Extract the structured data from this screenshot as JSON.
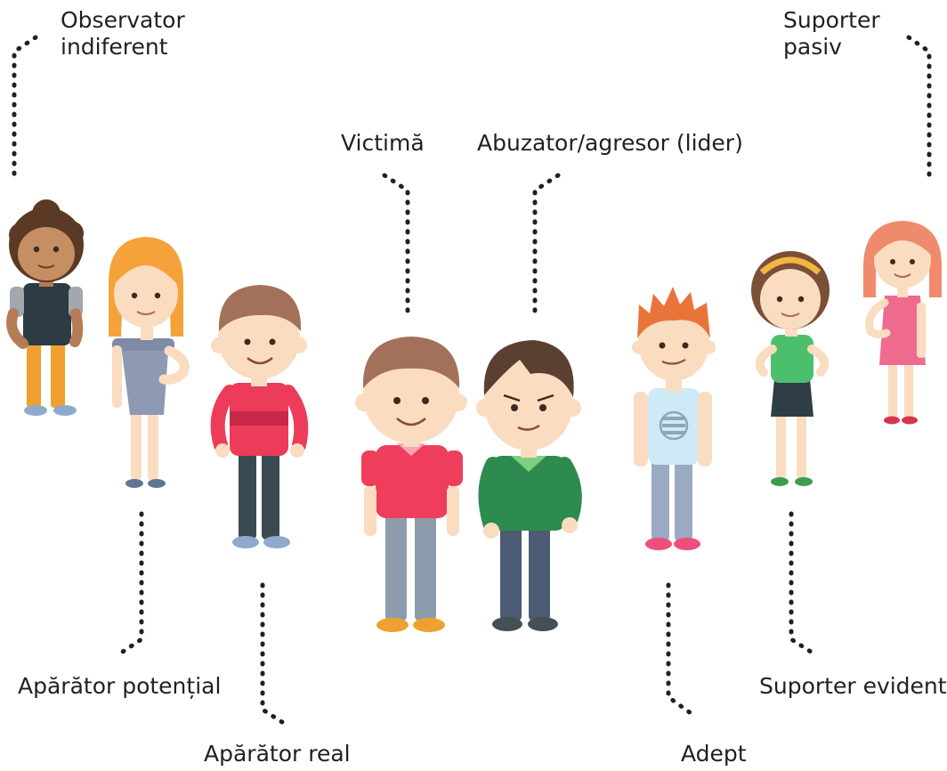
{
  "labels": {
    "observator_line1": "Observator",
    "observator_line2": "indiferent",
    "suporter_pasiv_line1": "Suporter",
    "suporter_pasiv_line2": "pasiv",
    "victima": "Victimă",
    "abuzator": "Abuzator/agresor (lider)",
    "aparator_potential": "Apărător potențial",
    "aparator_real": "Apărător real",
    "adept": "Adept",
    "suporter_evident": "Suporter evident"
  },
  "colors": {
    "text": "#231f20",
    "connector": "#231f20",
    "skin": "#fadcc0",
    "victim_shirt": "#ee3e5b",
    "leader_shirt": "#2e8b4f",
    "follower_shirt": "#cfeaf7",
    "real_defender_shirt": "#ed3c5a",
    "potential_defender_dress": "#8e9ab4",
    "indifferent_vest": "#2c3b44",
    "evident_supporter_shirt": "#4cbf6d",
    "passive_supporter_dress": "#ef6b8e"
  }
}
